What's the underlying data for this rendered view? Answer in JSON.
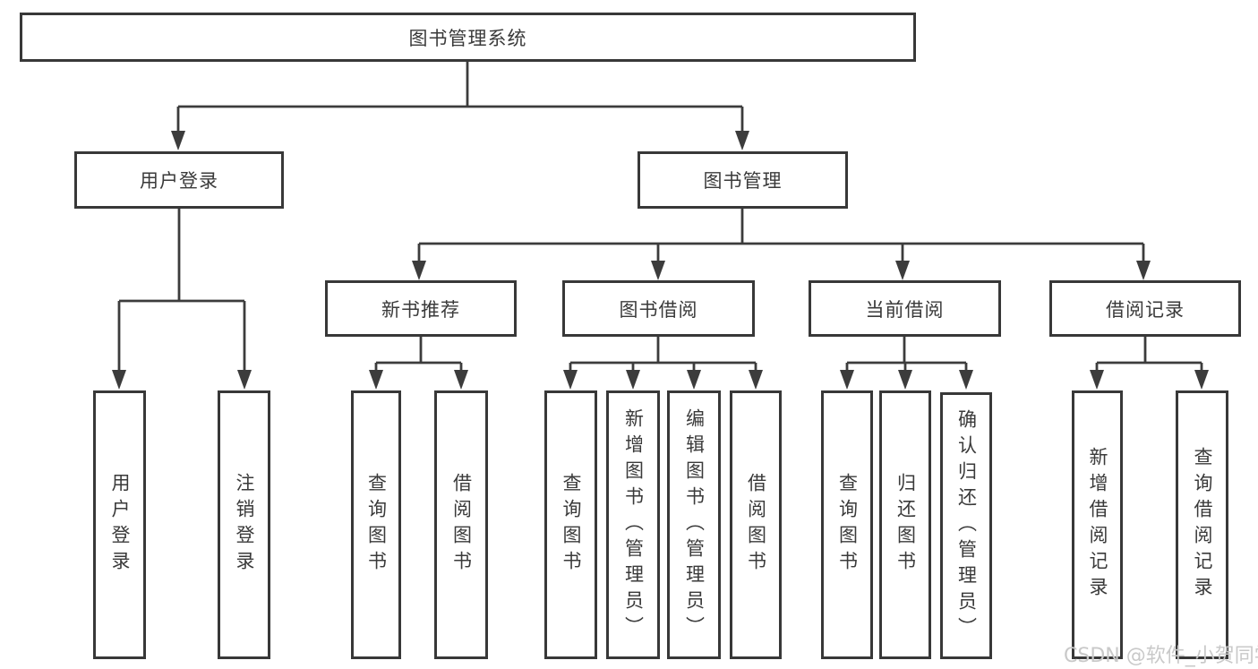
{
  "nodes": {
    "root": "图书管理系统",
    "user_login": "用户登录",
    "book_mgmt": "图书管理",
    "new_book": "新书推荐",
    "book_borrow": "图书借阅",
    "current_borrow": "当前借阅",
    "borrow_record": "借阅记录"
  },
  "leaves": {
    "user_login": [
      "用户登录",
      "注销登录"
    ],
    "new_book": [
      "查询图书",
      "借阅图书"
    ],
    "book_borrow": [
      "查询图书",
      "新增图书（管理员）",
      "编辑图书（管理员）",
      "借阅图书"
    ],
    "current_borrow": [
      "查询图书",
      "归还图书",
      "确认归还（管理员）"
    ],
    "borrow_record": [
      "新增借阅记录",
      "查询借阅记录"
    ]
  },
  "watermark": "CSDN @软件_小贺同学",
  "colors": {
    "line": "#3c3c3c",
    "text": "#3a3a3a",
    "watermark": "#c9c9c9",
    "background": "#ffffff"
  }
}
